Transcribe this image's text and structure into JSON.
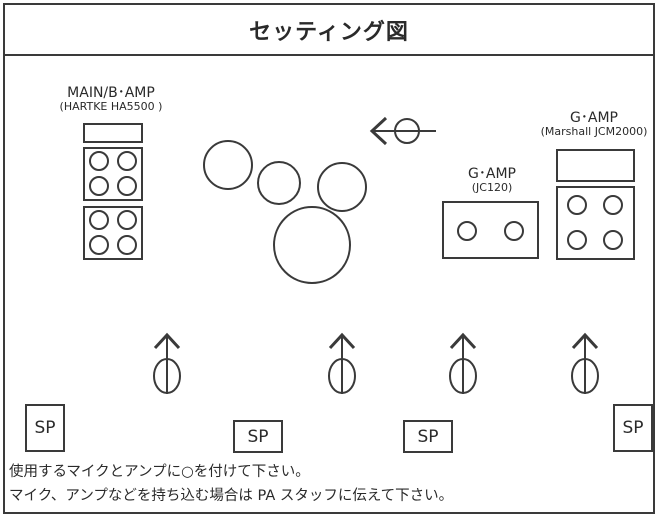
{
  "title": "セッティング図",
  "amps": {
    "main_b_amp": {
      "name": "MAIN/B･AMP",
      "model": "(HARTKE HA5500 )"
    },
    "g_amp_right": {
      "name": "G･AMP",
      "model": "(Marshall JCM2000)"
    },
    "g_amp_center": {
      "name": "G･AMP",
      "model": "(JC120)"
    }
  },
  "speakers": {
    "label": "SP"
  },
  "notes": {
    "line1": "使用するマイクとアンプに○を付けて下さい。",
    "line2": "マイク、アンプなどを持ち込む場合は PA スタッフに伝えて下さい。"
  },
  "colors": {
    "stroke": "#3a3a3a",
    "background": "#ffffff"
  },
  "icons": [
    "left-arrow-mic-icon",
    "up-arrow-mic-icon"
  ]
}
